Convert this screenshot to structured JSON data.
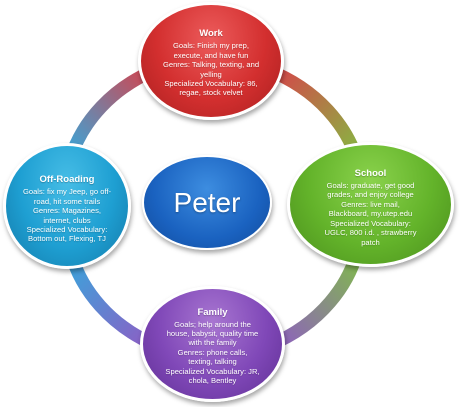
{
  "center": {
    "label": "Peter"
  },
  "nodes": {
    "work": {
      "title": "Work",
      "lines": [
        "Goals: Finish my prep,",
        "execute, and have fun",
        "Genres: Talking, texting, and",
        "yelling",
        "Specialized Vocabulary: 86,",
        "regae, stock velvet"
      ],
      "color": "#d32f2f"
    },
    "school": {
      "title": "School",
      "lines": [
        "Goals: graduate, get good",
        "grades, and enjoy college",
        "Genres: live mail,",
        "Blackboard, my.utep.edu",
        "Specialized Vocabulary:",
        "UGLC, 800 i.d. , strawberry",
        "patch"
      ],
      "color": "#63b32a"
    },
    "family": {
      "title": "Family",
      "lines": [
        "Goals; help around the",
        "house, babysit, quality time",
        "with the family",
        "Genres: phone calls,",
        "texting, talking",
        "Specialized Vocabulary: JR,",
        "chola, Bentley"
      ],
      "color": "#8048b8"
    },
    "offroading": {
      "title": "Off-Roading",
      "lines": [
        "Goals: fix my Jeep, go off-",
        "road, hit some trails",
        "Genres: Magazines,",
        "internet, clubs",
        "Specialized Vocabulary:",
        "Bottom out, Flexing, TJ"
      ],
      "color": "#1e9fd2"
    }
  }
}
